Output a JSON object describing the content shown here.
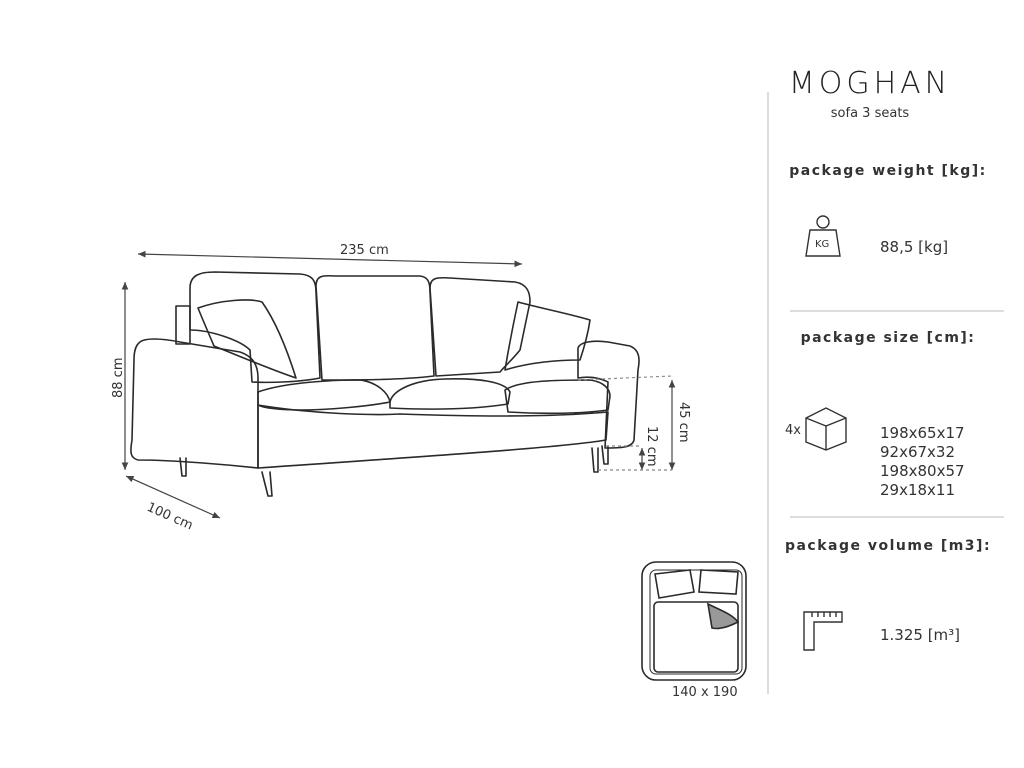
{
  "product": {
    "name": "MOGHAN",
    "subtitle": "sofa 3 seats"
  },
  "dimensions": {
    "width": "235 cm",
    "height": "88 cm",
    "depth": "100 cm",
    "seat_height": "45 cm",
    "leg_height": "12 cm",
    "bed_size": "140 x 190"
  },
  "package_weight": {
    "heading": "package weight [kg]:",
    "icon_label": "KG",
    "value": "88,5 [kg]"
  },
  "package_size": {
    "heading": "package size [cm]:",
    "multiplier": "4x",
    "boxes": [
      "198x65x17",
      "92x67x32",
      "198x80x57",
      "29x18x11"
    ]
  },
  "package_volume": {
    "heading": "package volume [m3]:",
    "value": "1.325 [m³]"
  },
  "icons": [
    "weight-kg-icon",
    "box-icon",
    "ruler-corner-icon",
    "sofa-bed-icon"
  ]
}
